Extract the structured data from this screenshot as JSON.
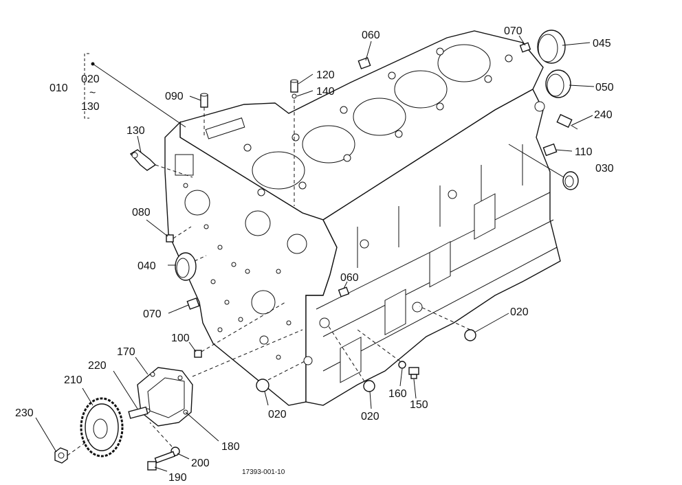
{
  "drawing_number": "17393-001-10",
  "group": {
    "main": "010",
    "range_from": "020",
    "range_sep": "~",
    "range_to": "130"
  },
  "labels": {
    "l060a": "060",
    "l070a": "070",
    "l045": "045",
    "l050": "050",
    "l240": "240",
    "l120": "120",
    "l140": "140",
    "l090": "090",
    "l130": "130",
    "l110": "110",
    "l030": "030",
    "l080": "080",
    "l040": "040",
    "l060b": "060",
    "l070b": "070",
    "l020a": "020",
    "l100": "100",
    "l170": "170",
    "l220": "220",
    "l210": "210",
    "l230": "230",
    "l020b": "020",
    "l020c": "020",
    "l160": "160",
    "l150": "150",
    "l180": "180",
    "l200": "200",
    "l190": "190"
  }
}
